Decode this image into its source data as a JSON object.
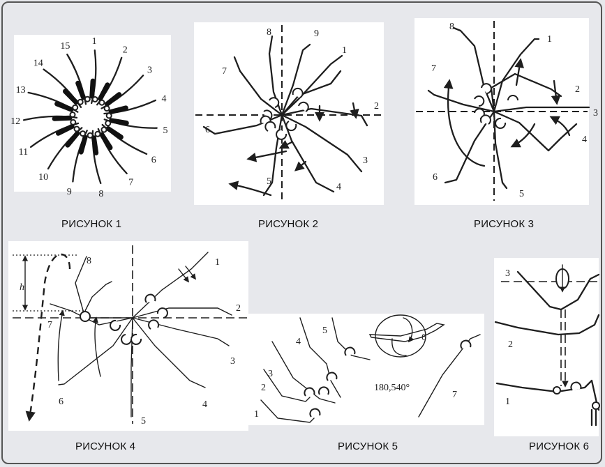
{
  "figures": [
    {
      "caption": "РИСУНОК 1",
      "labels": [
        "1",
        "2",
        "3",
        "4",
        "5",
        "6",
        "7",
        "8",
        "9",
        "10",
        "11",
        "12",
        "13",
        "14",
        "15"
      ]
    },
    {
      "caption": "РИСУНОК 2",
      "labels": [
        "1",
        "2",
        "3",
        "4",
        "5",
        "6",
        "7",
        "8",
        "9"
      ]
    },
    {
      "caption": "РИСУНОК 3",
      "labels": [
        "1",
        "2",
        "3",
        "4",
        "5",
        "6",
        "7",
        "8"
      ]
    },
    {
      "caption": "РИСУНОК 4",
      "labels": [
        "1",
        "2",
        "3",
        "4",
        "5",
        "6",
        "7",
        "8",
        "h"
      ]
    },
    {
      "caption": "РИСУНОК 5",
      "labels": [
        "1",
        "2",
        "3",
        "4",
        "5",
        "6",
        "7",
        "180,540°"
      ]
    },
    {
      "caption": "РИСУНОК 6",
      "labels": [
        "1",
        "2",
        "3"
      ]
    }
  ]
}
